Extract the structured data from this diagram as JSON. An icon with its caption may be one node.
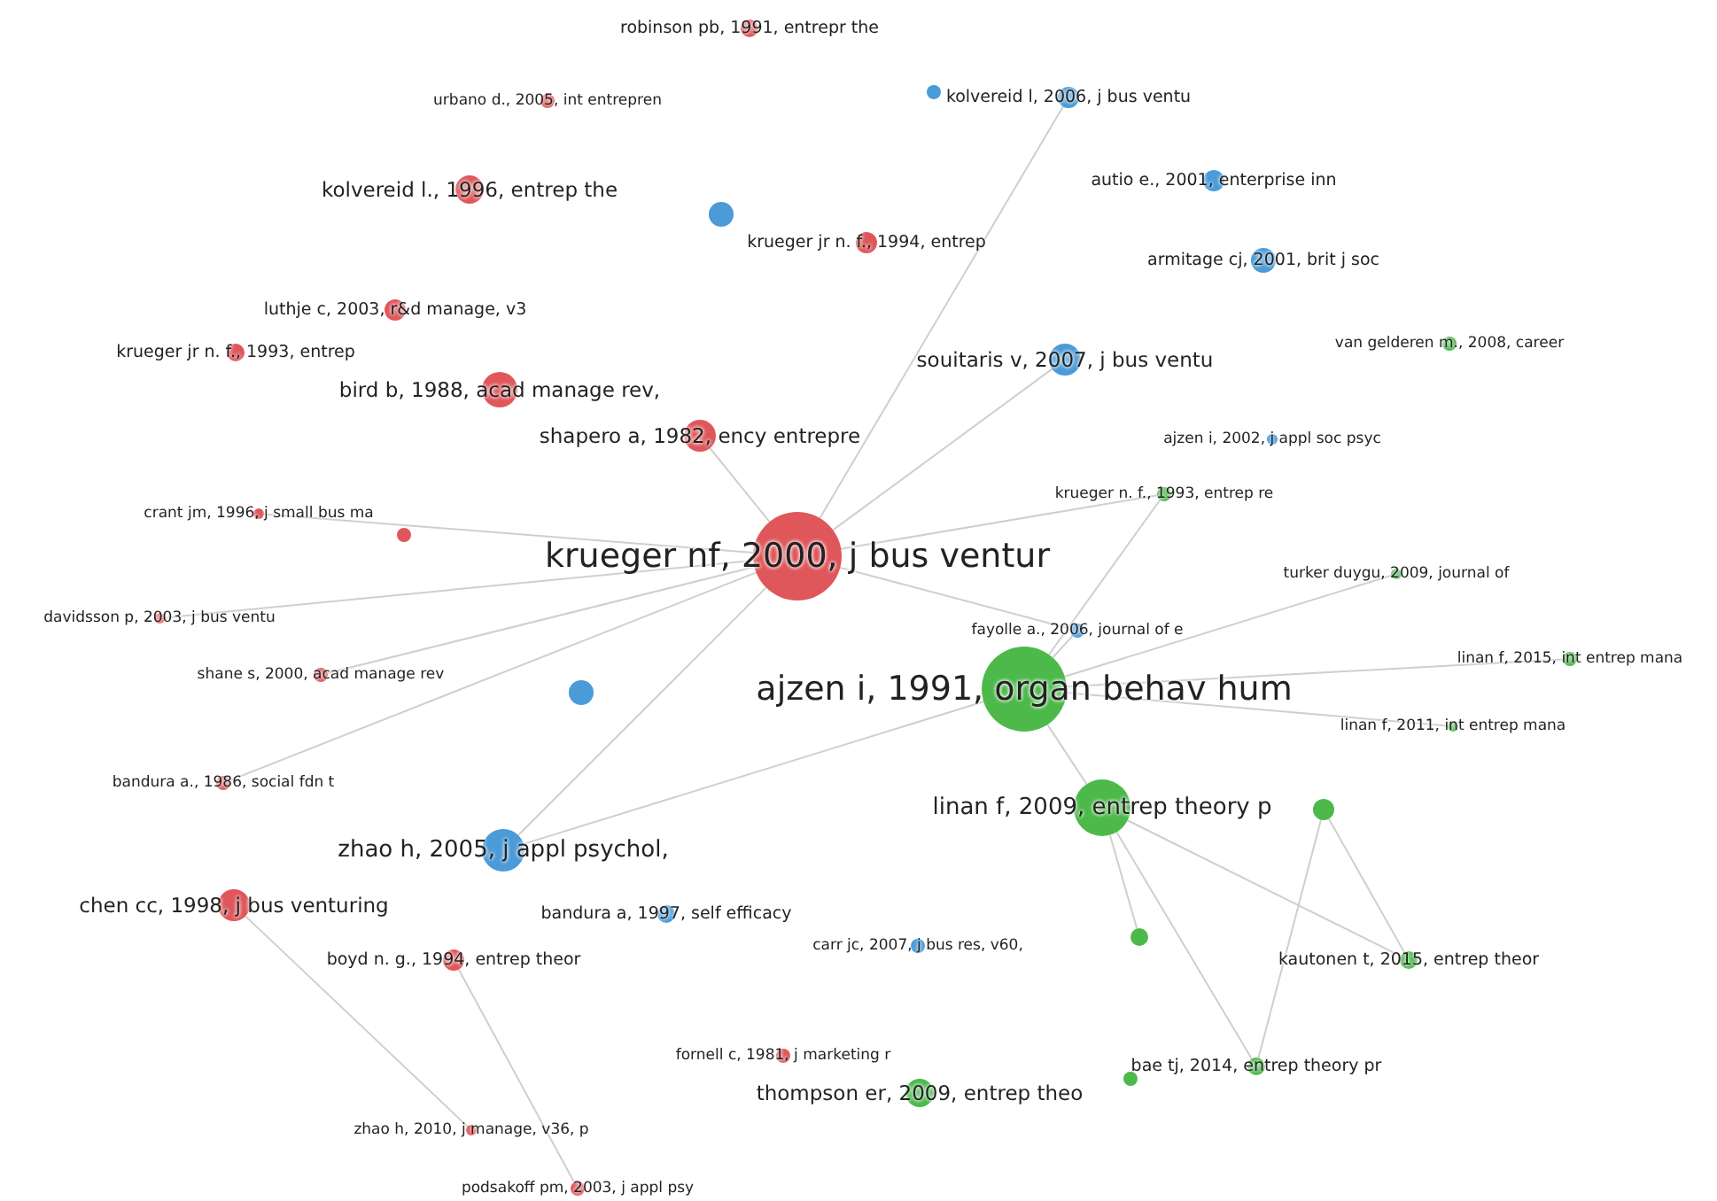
{
  "diagram": {
    "nodes": [
      {
        "text": [
          "robinson pb, 1991, entrepr the"
        ]
      },
      {
        "text": [
          "urbano d., 2005, int entrepren"
        ]
      },
      {
        "text": [],
        "shape": "circle"
      },
      {
        "text": [
          "kolvereid l, 2006, j bus ventu"
        ]
      },
      {
        "text": [
          "kolvereid l., 1996, entrep the"
        ]
      },
      {
        "text": [
          "autio e., 2001, enterprise inn"
        ]
      },
      {
        "text": [],
        "shape": "circle"
      },
      {
        "text": [
          "krueger jr n. f., 1994, entrep"
        ]
      },
      {
        "text": [
          "armitage cj, 2001, brit j soc"
        ]
      },
      {
        "text": [
          "luthje c, 2003, r&d manage, v3"
        ]
      },
      {
        "text": [
          "krueger jr n. f., 1993, entrep"
        ]
      },
      {
        "text": [
          "bird b, 1988, acad manage rev,"
        ]
      },
      {
        "text": [
          "souitaris v, 2007, j bus ventu"
        ]
      },
      {
        "text": [
          "van gelderen m., 2008, career"
        ]
      },
      {
        "text": [
          "shapero a, 1982, ency entrepre"
        ]
      },
      {
        "text": [
          "ajzen i, 2002, j appl soc psyc"
        ]
      },
      {
        "text": [
          "krueger n. f., 1993, entrep re"
        ]
      },
      {
        "text": [
          "crant jm, 1996, j small bus ma"
        ]
      },
      {
        "text": [],
        "shape": "circle"
      },
      {
        "text": [
          "krueger nf, 2000, j bus ventur"
        ]
      },
      {
        "text": [
          "turker duygu, 2009, journal of"
        ]
      },
      {
        "text": [
          "davidsson p, 2003, j bus ventu"
        ]
      },
      {
        "text": [
          "fayolle a., 2006, journal of e"
        ]
      },
      {
        "text": [
          "shane s, 2000, acad manage rev"
        ]
      },
      {
        "text": [],
        "shape": "circle"
      },
      {
        "text": [
          "ajzen i, 1991, organ behav hum"
        ]
      },
      {
        "text": [
          "linan f, 2015, int entrep mana"
        ]
      },
      {
        "text": [
          "linan f, 2011, int entrep mana"
        ]
      },
      {
        "text": [
          "bandura a., 1986, social fdn t"
        ]
      },
      {
        "text": [
          "linan f, 2009, entrep theory p"
        ]
      },
      {
        "text": [],
        "shape": "circle"
      },
      {
        "text": [
          "zhao h, 2005, j appl psychol,"
        ]
      },
      {
        "text": [
          "chen cc, 1998, j bus venturing"
        ]
      },
      {
        "text": [
          "bandura a, 1997, self efficacy"
        ]
      },
      {
        "text": [
          "carr jc, 2007, j bus res, v60,"
        ]
      },
      {
        "text": [],
        "shape": "circle"
      },
      {
        "text": [
          "boyd n. g., 1994, entrep theor"
        ]
      },
      {
        "text": [
          "kautonen t, 2015, entrep theor"
        ]
      },
      {
        "text": [
          "fornell c, 1981, j marketing r"
        ]
      },
      {
        "text": [
          "bae tj, 2014, entrep theory pr"
        ]
      },
      {
        "text": [],
        "shape": "circle"
      },
      {
        "text": [
          "thompson er, 2009, entrep theo"
        ]
      },
      {
        "text": [
          "zhao h, 2010, j manage, v36, p"
        ]
      },
      {
        "text": [
          "podsakoff pm, 2003, j appl psy"
        ]
      }
    ],
    "edges": [
      {
        "from": 19,
        "to": 3,
        "arrow": "none"
      },
      {
        "from": 19,
        "to": 12,
        "arrow": "none"
      },
      {
        "from": 19,
        "to": 14,
        "arrow": "none"
      },
      {
        "from": 19,
        "to": 16,
        "arrow": "none"
      },
      {
        "from": 19,
        "to": 17,
        "arrow": "none"
      },
      {
        "from": 19,
        "to": 21,
        "arrow": "none"
      },
      {
        "from": 19,
        "to": 22,
        "arrow": "none"
      },
      {
        "from": 19,
        "to": 23,
        "arrow": "none"
      },
      {
        "from": 19,
        "to": 28,
        "arrow": "none"
      },
      {
        "from": 19,
        "to": 31,
        "arrow": "none"
      },
      {
        "from": 25,
        "to": 16,
        "arrow": "none"
      },
      {
        "from": 25,
        "to": 20,
        "arrow": "none"
      },
      {
        "from": 25,
        "to": 22,
        "arrow": "none"
      },
      {
        "from": 25,
        "to": 26,
        "arrow": "none"
      },
      {
        "from": 25,
        "to": 27,
        "arrow": "none"
      },
      {
        "from": 25,
        "to": 29,
        "arrow": "none"
      },
      {
        "from": 25,
        "to": 31,
        "arrow": "none"
      },
      {
        "from": 29,
        "to": 35,
        "arrow": "none"
      },
      {
        "from": 29,
        "to": 37,
        "arrow": "none"
      },
      {
        "from": 29,
        "to": 39,
        "arrow": "none"
      },
      {
        "from": 30,
        "to": 37,
        "arrow": "none"
      },
      {
        "from": 30,
        "to": 39,
        "arrow": "none"
      },
      {
        "from": 32,
        "to": 42,
        "arrow": "none"
      },
      {
        "from": 36,
        "to": 43,
        "arrow": "none"
      }
    ]
  }
}
